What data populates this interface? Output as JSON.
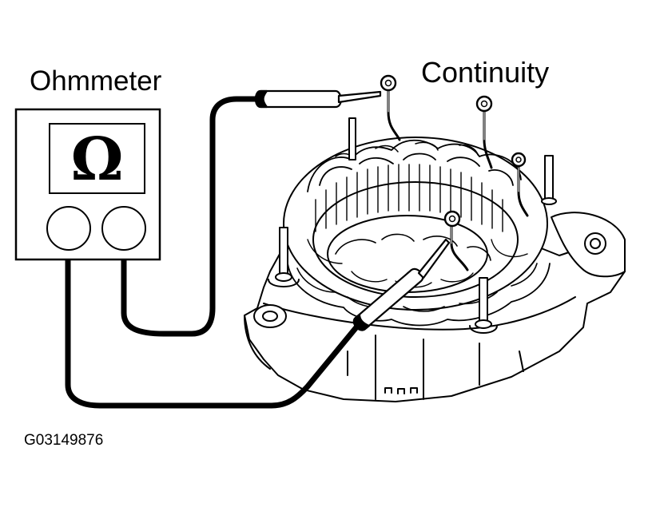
{
  "labels": {
    "meter": "Ohmmeter",
    "continuity": "Continuity",
    "figure_code": "G03149876"
  },
  "meter_display": {
    "symbol": "Ω"
  },
  "icons": {
    "ohmmeter": "ohmmeter-icon",
    "stator": "alternator-stator-icon",
    "probe": "test-probe-icon",
    "lead": "test-lead-icon",
    "terminal": "ring-terminal-icon"
  },
  "colors": {
    "line": "#000000",
    "background": "#ffffff"
  }
}
